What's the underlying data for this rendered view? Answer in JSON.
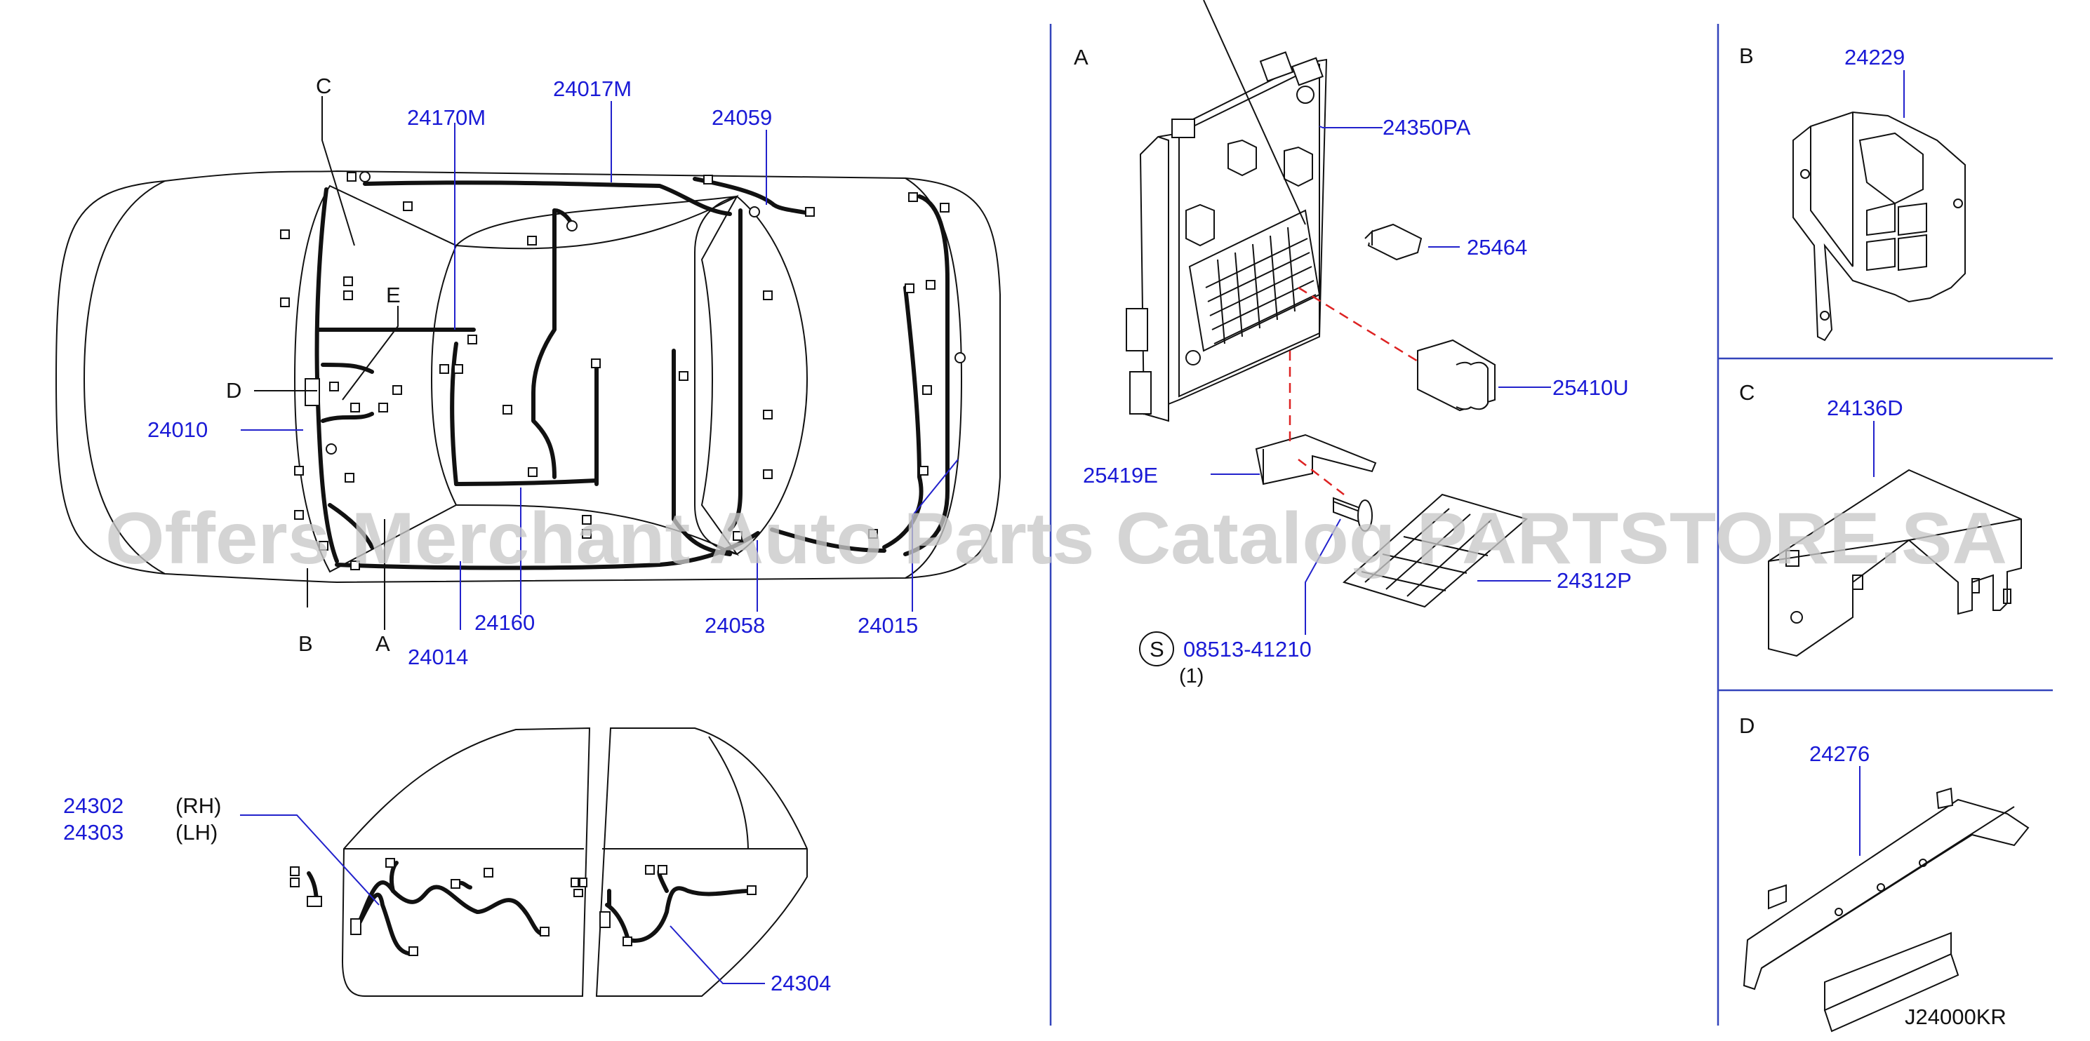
{
  "panels": {
    "A": "A",
    "B": "B",
    "C": "C",
    "D": "D"
  },
  "car": {
    "callout_C": "C",
    "callout_E": "E",
    "callout_D": "D",
    "callout_B": "B",
    "callout_A": "A",
    "p24170M": "24170M",
    "p24017M": "24017M",
    "p24059": "24059",
    "p24010": "24010",
    "p24160": "24160",
    "p24014": "24014",
    "p24058": "24058",
    "p24015": "24015"
  },
  "doors": {
    "p24302": "24302",
    "rh": "(RH)",
    "p24303": "24303",
    "lh": "(LH)",
    "p24304": "24304"
  },
  "panel_A": {
    "p24350PA": "24350PA",
    "p25464": "25464",
    "p25410U": "25410U",
    "p25419E": "25419E",
    "p24312P": "24312P",
    "s_symbol": "S",
    "p08513": "08513-41210",
    "qty": "(1)"
  },
  "panel_B": {
    "p24229": "24229"
  },
  "panel_C": {
    "p24136D": "24136D"
  },
  "panel_D": {
    "p24276": "24276"
  },
  "watermark": "Offers Merchant Auto Parts Catalog PARTSTORE.SA",
  "diagram_code": "J24000KR",
  "colors": {
    "part_number": "#1a1ad6",
    "divider": "#3344bb",
    "line": "#111111",
    "watermark": "#c8c8c8"
  }
}
